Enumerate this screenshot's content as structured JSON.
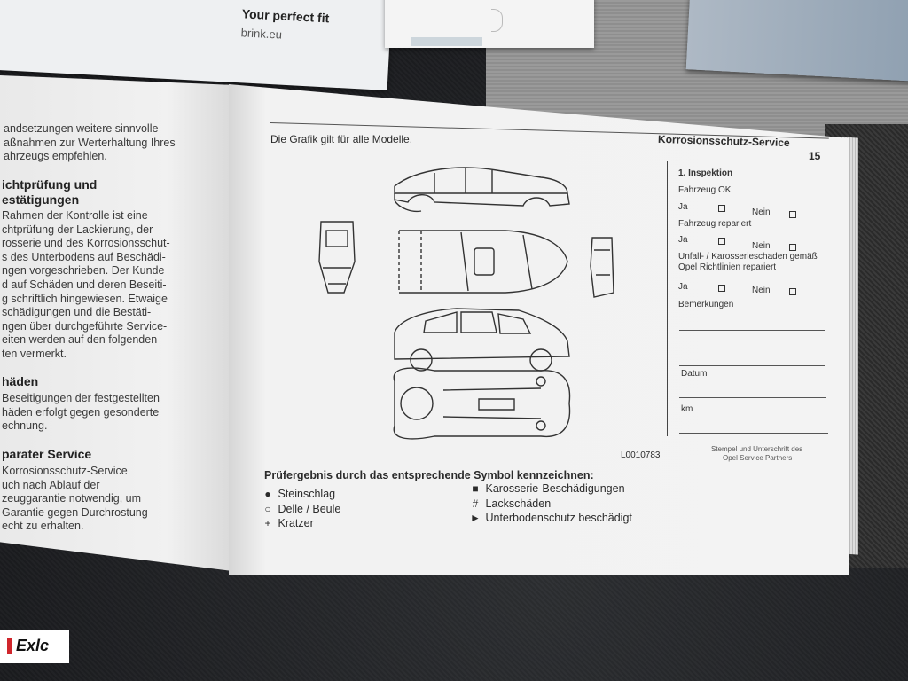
{
  "brochure": {
    "tagline": "Your perfect fit",
    "url": "brink.eu"
  },
  "left_page": {
    "intro": [
      "andsetzungen weitere sinnvolle",
      "aßnahmen zur Werterhaltung Ihres",
      "ahrzeugs empfehlen."
    ],
    "section1_title": [
      "ichtprüfung und",
      "estätigungen"
    ],
    "section1_body": [
      "Rahmen der Kontrolle ist eine",
      "chtprüfung der Lackierung, der",
      "rosserie und des Korrosionsschut-",
      "s des Unterbodens auf Beschädi-",
      "ngen vorgeschrieben. Der Kunde",
      "d auf Schäden und deren Beseiti-",
      "g schriftlich hingewiesen. Etwaige",
      "schädigungen und die Bestäti-",
      "ngen über durchgeführte Service-",
      "eiten werden auf den folgenden",
      "ten vermerkt."
    ],
    "section2_title": [
      "häden"
    ],
    "section2_body": [
      "Beseitigungen der festgestellten",
      "häden erfolgt gegen gesonderte",
      "echnung."
    ],
    "section3_title": [
      "parater Service"
    ],
    "section3_body": [
      "Korrosionsschutz-Service",
      "uch nach Ablauf der",
      "zeuggarantie notwendig, um",
      "Garantie gegen Durchrostung",
      "echt zu erhalten."
    ]
  },
  "right_page": {
    "note": "Die Grafik gilt für alle Modelle.",
    "section_title": "Korrosionsschutz-Service",
    "page_number": "15",
    "image_code": "L0010783",
    "inspection": {
      "title": "1. Inspektion",
      "q1": "Fahrzeug OK",
      "q2": "Fahrzeug repariert",
      "q3a": "Unfall- / Karosserieschaden gemäß",
      "q3b": "Opel Richtlinien repariert",
      "yes": "Ja",
      "no": "Nein",
      "remarks": "Bemerkungen",
      "date": "Datum",
      "km": "km",
      "stamp1": "Stempel und Unterschrift des",
      "stamp2": "Opel Service Partners"
    },
    "legend_title": "Prüfergebnis durch das entsprechende Symbol kennzeichnen:",
    "legend_left": [
      {
        "symbol": "●",
        "label": "Steinschlag"
      },
      {
        "symbol": "○",
        "label": "Delle / Beule"
      },
      {
        "symbol": "+",
        "label": "Kratzer"
      }
    ],
    "legend_right": [
      {
        "symbol": "■",
        "label": "Karosserie-Beschädigungen"
      },
      {
        "symbol": "#",
        "label": "Lackschäden"
      },
      {
        "symbol": "►",
        "label": "Unterbodenschutz beschädigt"
      }
    ]
  },
  "watermark": {
    "text": "Exlc"
  }
}
